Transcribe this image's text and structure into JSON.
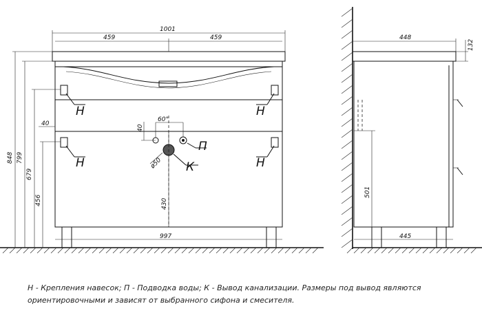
{
  "front": {
    "dims": {
      "total_width": "1001",
      "half_left": "459",
      "half_right": "459",
      "h_848": "848",
      "h_799": "799",
      "h_679": "679",
      "h_456": "456",
      "h_430": "430",
      "gap_40": "40",
      "pipe_40": "40",
      "angle": "60°",
      "diameter": "ø50",
      "bottom_width": "997"
    },
    "labels": {
      "mount_top_left": "Н",
      "mount_top_right": "Н",
      "mount_bottom_left": "Н",
      "mount_bottom_right": "Н",
      "water": "П",
      "drain": "К"
    }
  },
  "side": {
    "dims": {
      "depth_top": "448",
      "thickness": "132",
      "height_501": "501",
      "depth_bottom": "445"
    }
  },
  "legend": {
    "line1": "Н - Крепления навесок; П - Подводка воды; К - Вывод канализации. Размеры под вывод являются",
    "line2": "ориентировочными и зависят от выбранного сифона и смесителя."
  }
}
